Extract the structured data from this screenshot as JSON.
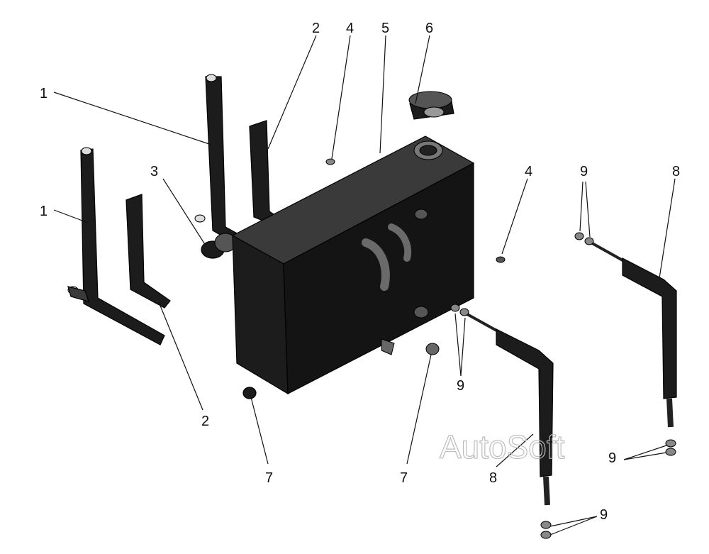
{
  "diagram": {
    "callouts": {
      "c1a": "1",
      "c1b": "1",
      "c2a": "2",
      "c2b": "2",
      "c3": "3",
      "c4a": "4",
      "c4b": "4",
      "c5": "5",
      "c6": "6",
      "c7a": "7",
      "c7b": "7",
      "c8a": "8",
      "c8b": "8",
      "c9a": "9",
      "c9b": "9",
      "c9c": "9",
      "c9d": "9"
    },
    "watermark": "AutoSoft"
  }
}
